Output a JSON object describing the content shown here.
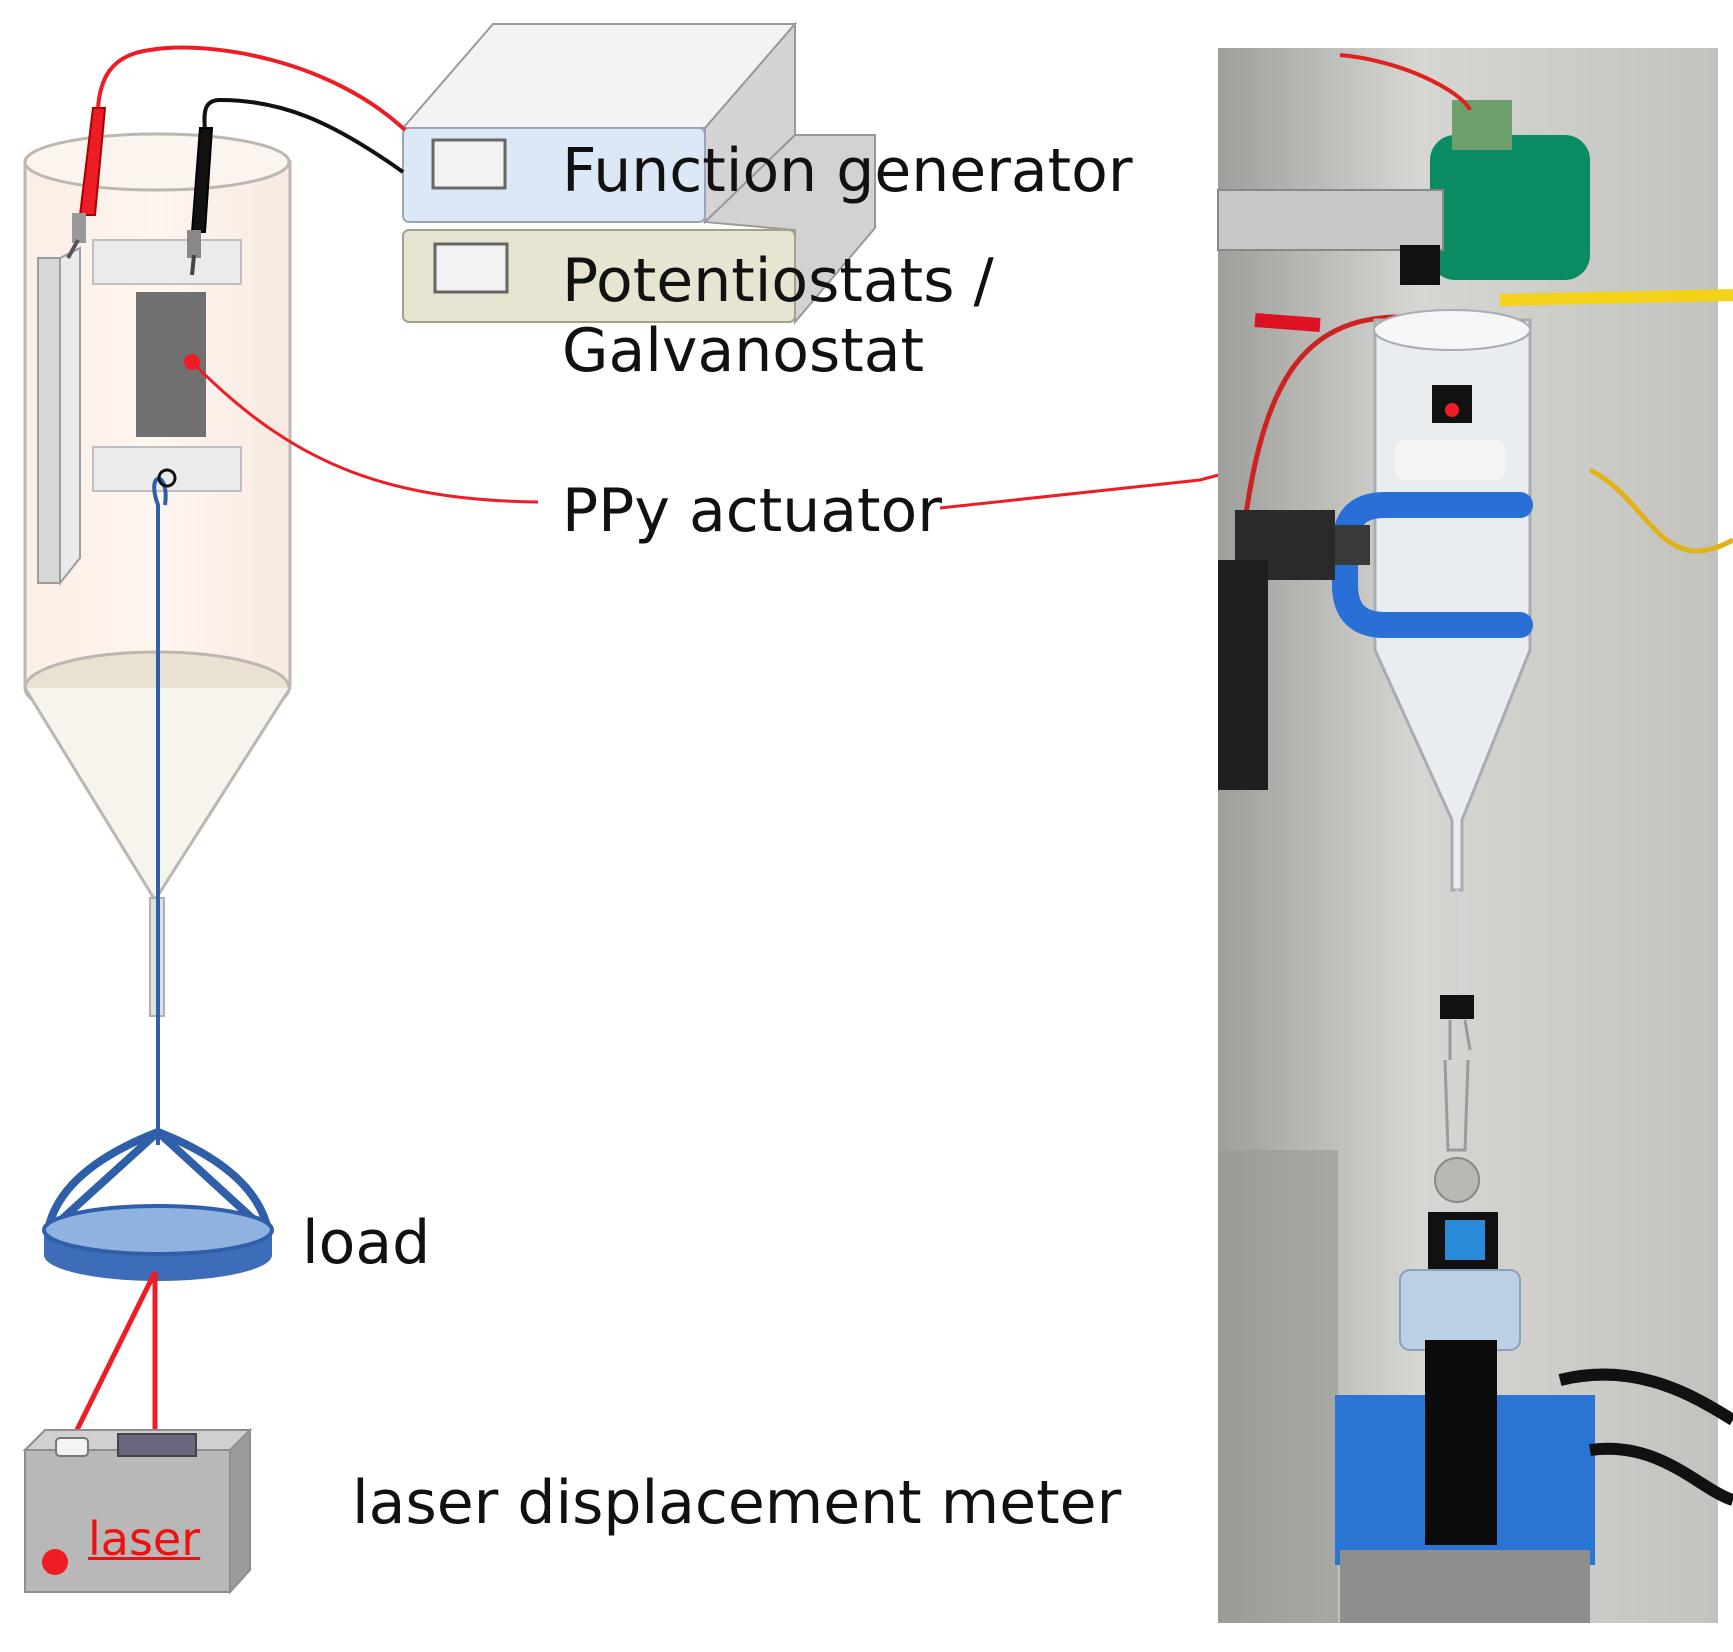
{
  "labels": {
    "function_generator": "Function generator",
    "potentiostat_line1": "Potentiostats /",
    "potentiostat_line2": "Galvanostat",
    "actuator": "PPy actuator",
    "load": "load",
    "laser_meter": "laser displacement meter",
    "laser_tag": "laser"
  },
  "colors": {
    "red_wire": "#ee1c24",
    "black_wire": "#111111",
    "blue_string": "#2f5fa8",
    "function_generator_face": "#dce8f5",
    "potentiostat_face": "#e8e4d2",
    "device_top": "#f3f3f3",
    "actuator": "#707070",
    "meter_box": "#b8b8b8"
  },
  "photo": {
    "description_icon": "experiment-photo"
  }
}
